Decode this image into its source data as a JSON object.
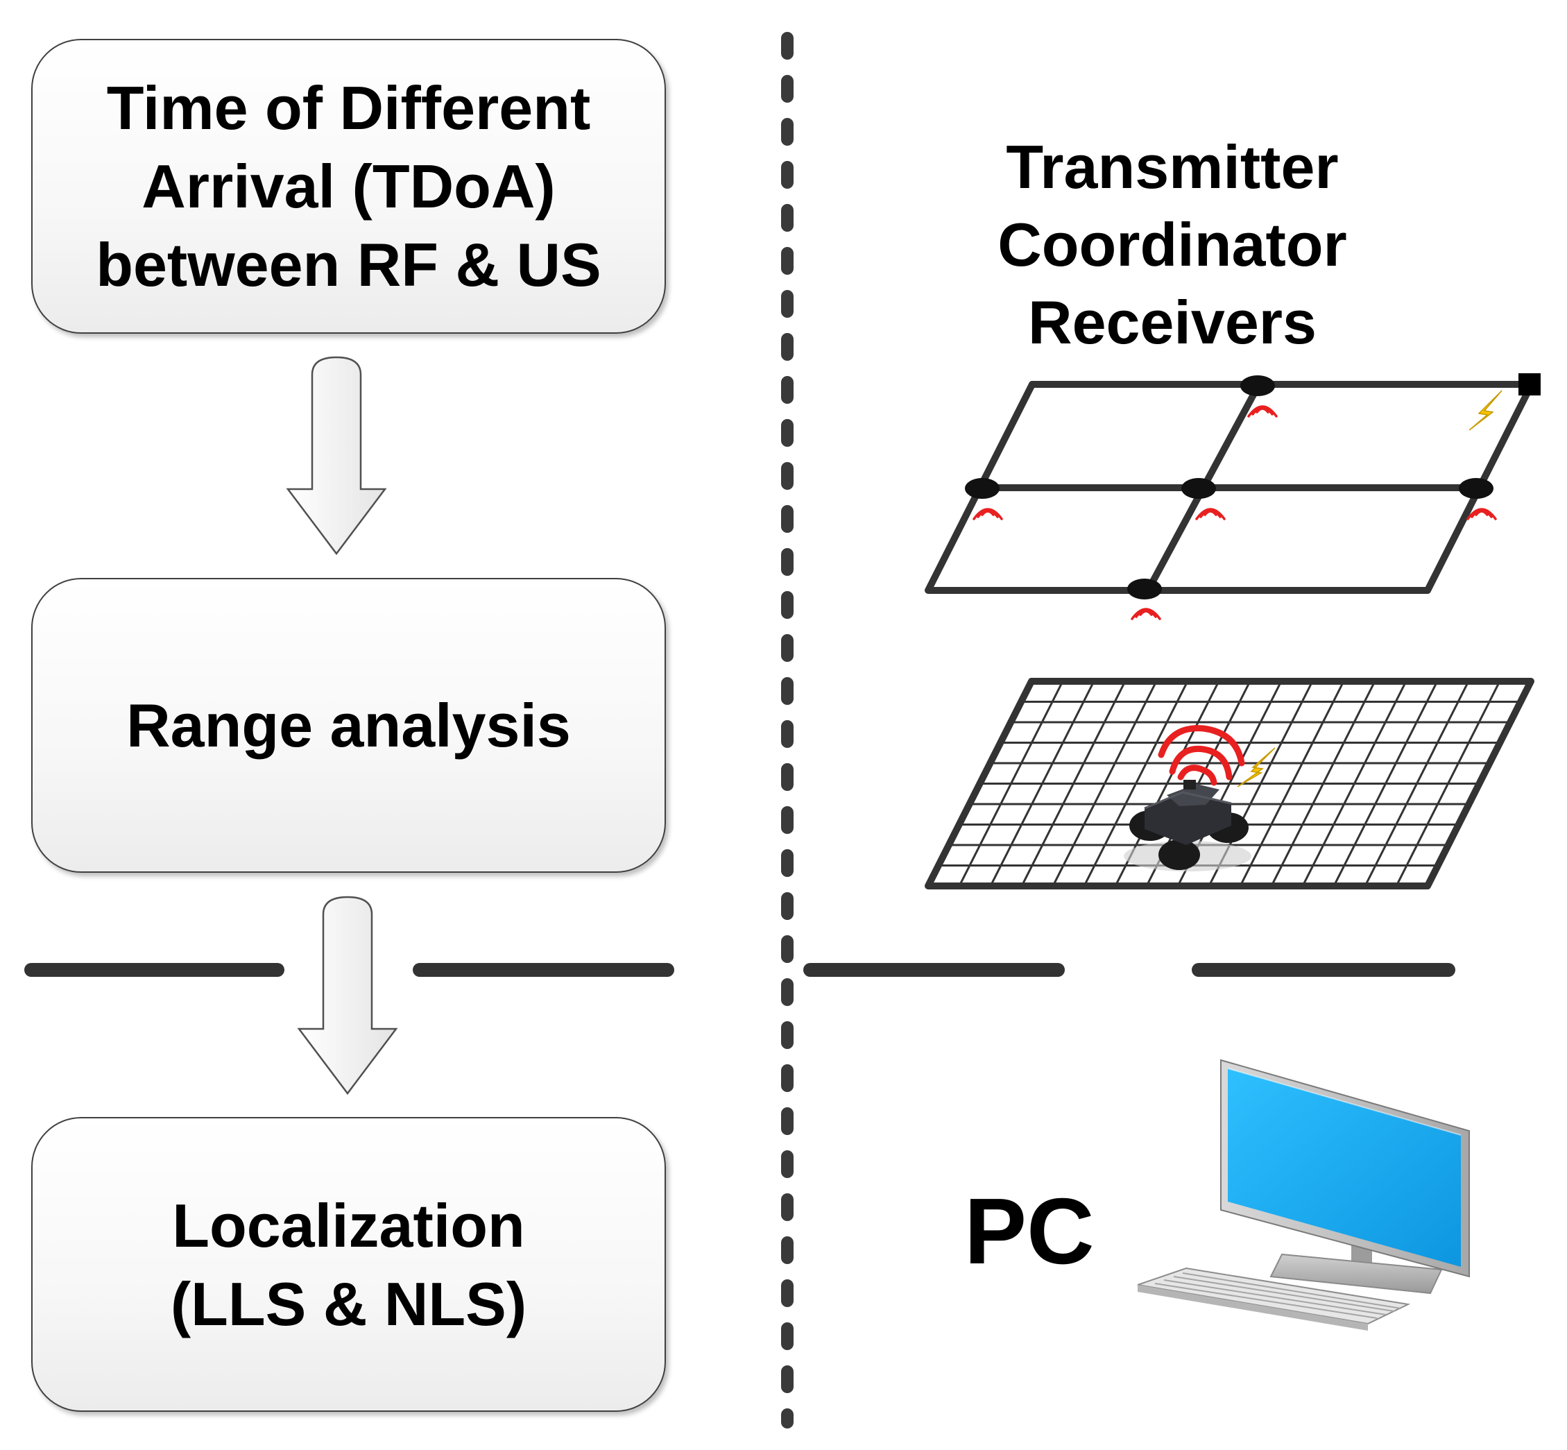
{
  "flow": {
    "step1": "Time of Different\nArrival (TDoA)\nbetween RF & US",
    "step2": "Range analysis",
    "step3": "Localization\n(LLS & NLS)"
  },
  "devices": {
    "roles": "Transmitter\nCoordinator\nReceivers",
    "pc": "PC"
  },
  "colors": {
    "line": "#333333",
    "signal": "#e82020",
    "bolt": "#f5c400",
    "screen": "#19aaf0",
    "box_border": "#404040"
  }
}
